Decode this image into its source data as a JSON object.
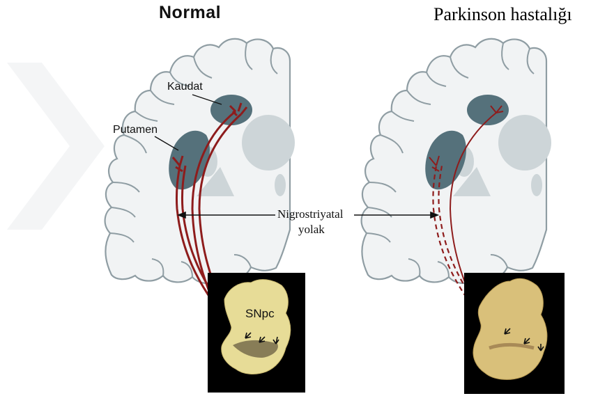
{
  "titles": {
    "normal": "Normal",
    "parkinson": "Parkinson hastalığı"
  },
  "labels": {
    "caudate": "Kaudat",
    "putamen": "Putamen",
    "pathway_line1": "Nigrostriyatal",
    "pathway_line2": "yolak",
    "snpc": "SNpc"
  },
  "colors": {
    "brain_fill": "#f1f3f4",
    "brain_outline": "#8f9da3",
    "nuclei_dark": "#55717b",
    "nuclei_light": "#cdd5d8",
    "pathway": "#8e1c1c",
    "photo_bg": "#000000",
    "tissue_normal": "#e7dc97",
    "tissue_parkinson": "#d9c07a"
  }
}
